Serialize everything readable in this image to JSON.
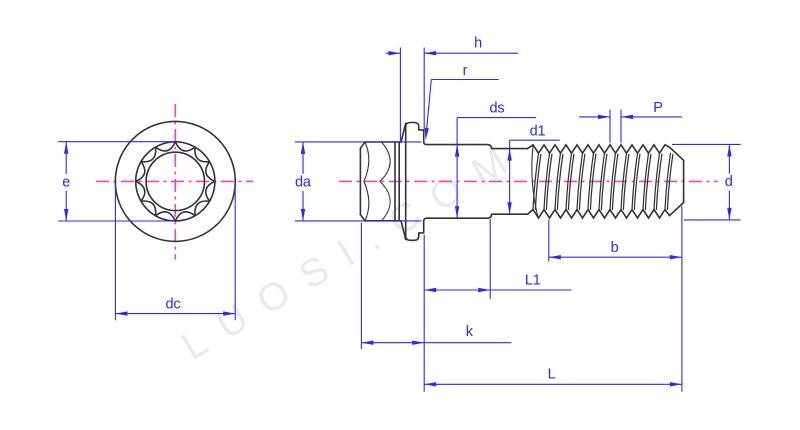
{
  "drawing": {
    "type": "technical-drawing",
    "subject": "12-point flange bolt, end view and side view",
    "background": "#ffffff",
    "colors": {
      "outline": "#333333",
      "dimension": "#2b2bef",
      "centerline": "#ff3cd2",
      "watermark": "#e9e9ee"
    },
    "views": [
      {
        "name": "head-end-view",
        "labels": [
          "e",
          "dc"
        ]
      },
      {
        "name": "bolt-side-view",
        "labels": [
          "da",
          "h",
          "r",
          "ds",
          "d1",
          "P",
          "d",
          "b",
          "L1",
          "k",
          "L"
        ]
      }
    ]
  },
  "dims": {
    "e": "e",
    "dc": "dc",
    "da": "da",
    "h": "h",
    "r": "r",
    "ds": "ds",
    "d1": "d1",
    "P": "P",
    "d": "d",
    "b": "b",
    "L1": "L1",
    "k": "k",
    "L": "L"
  },
  "watermark": {
    "text": "LUOSI.COM"
  }
}
